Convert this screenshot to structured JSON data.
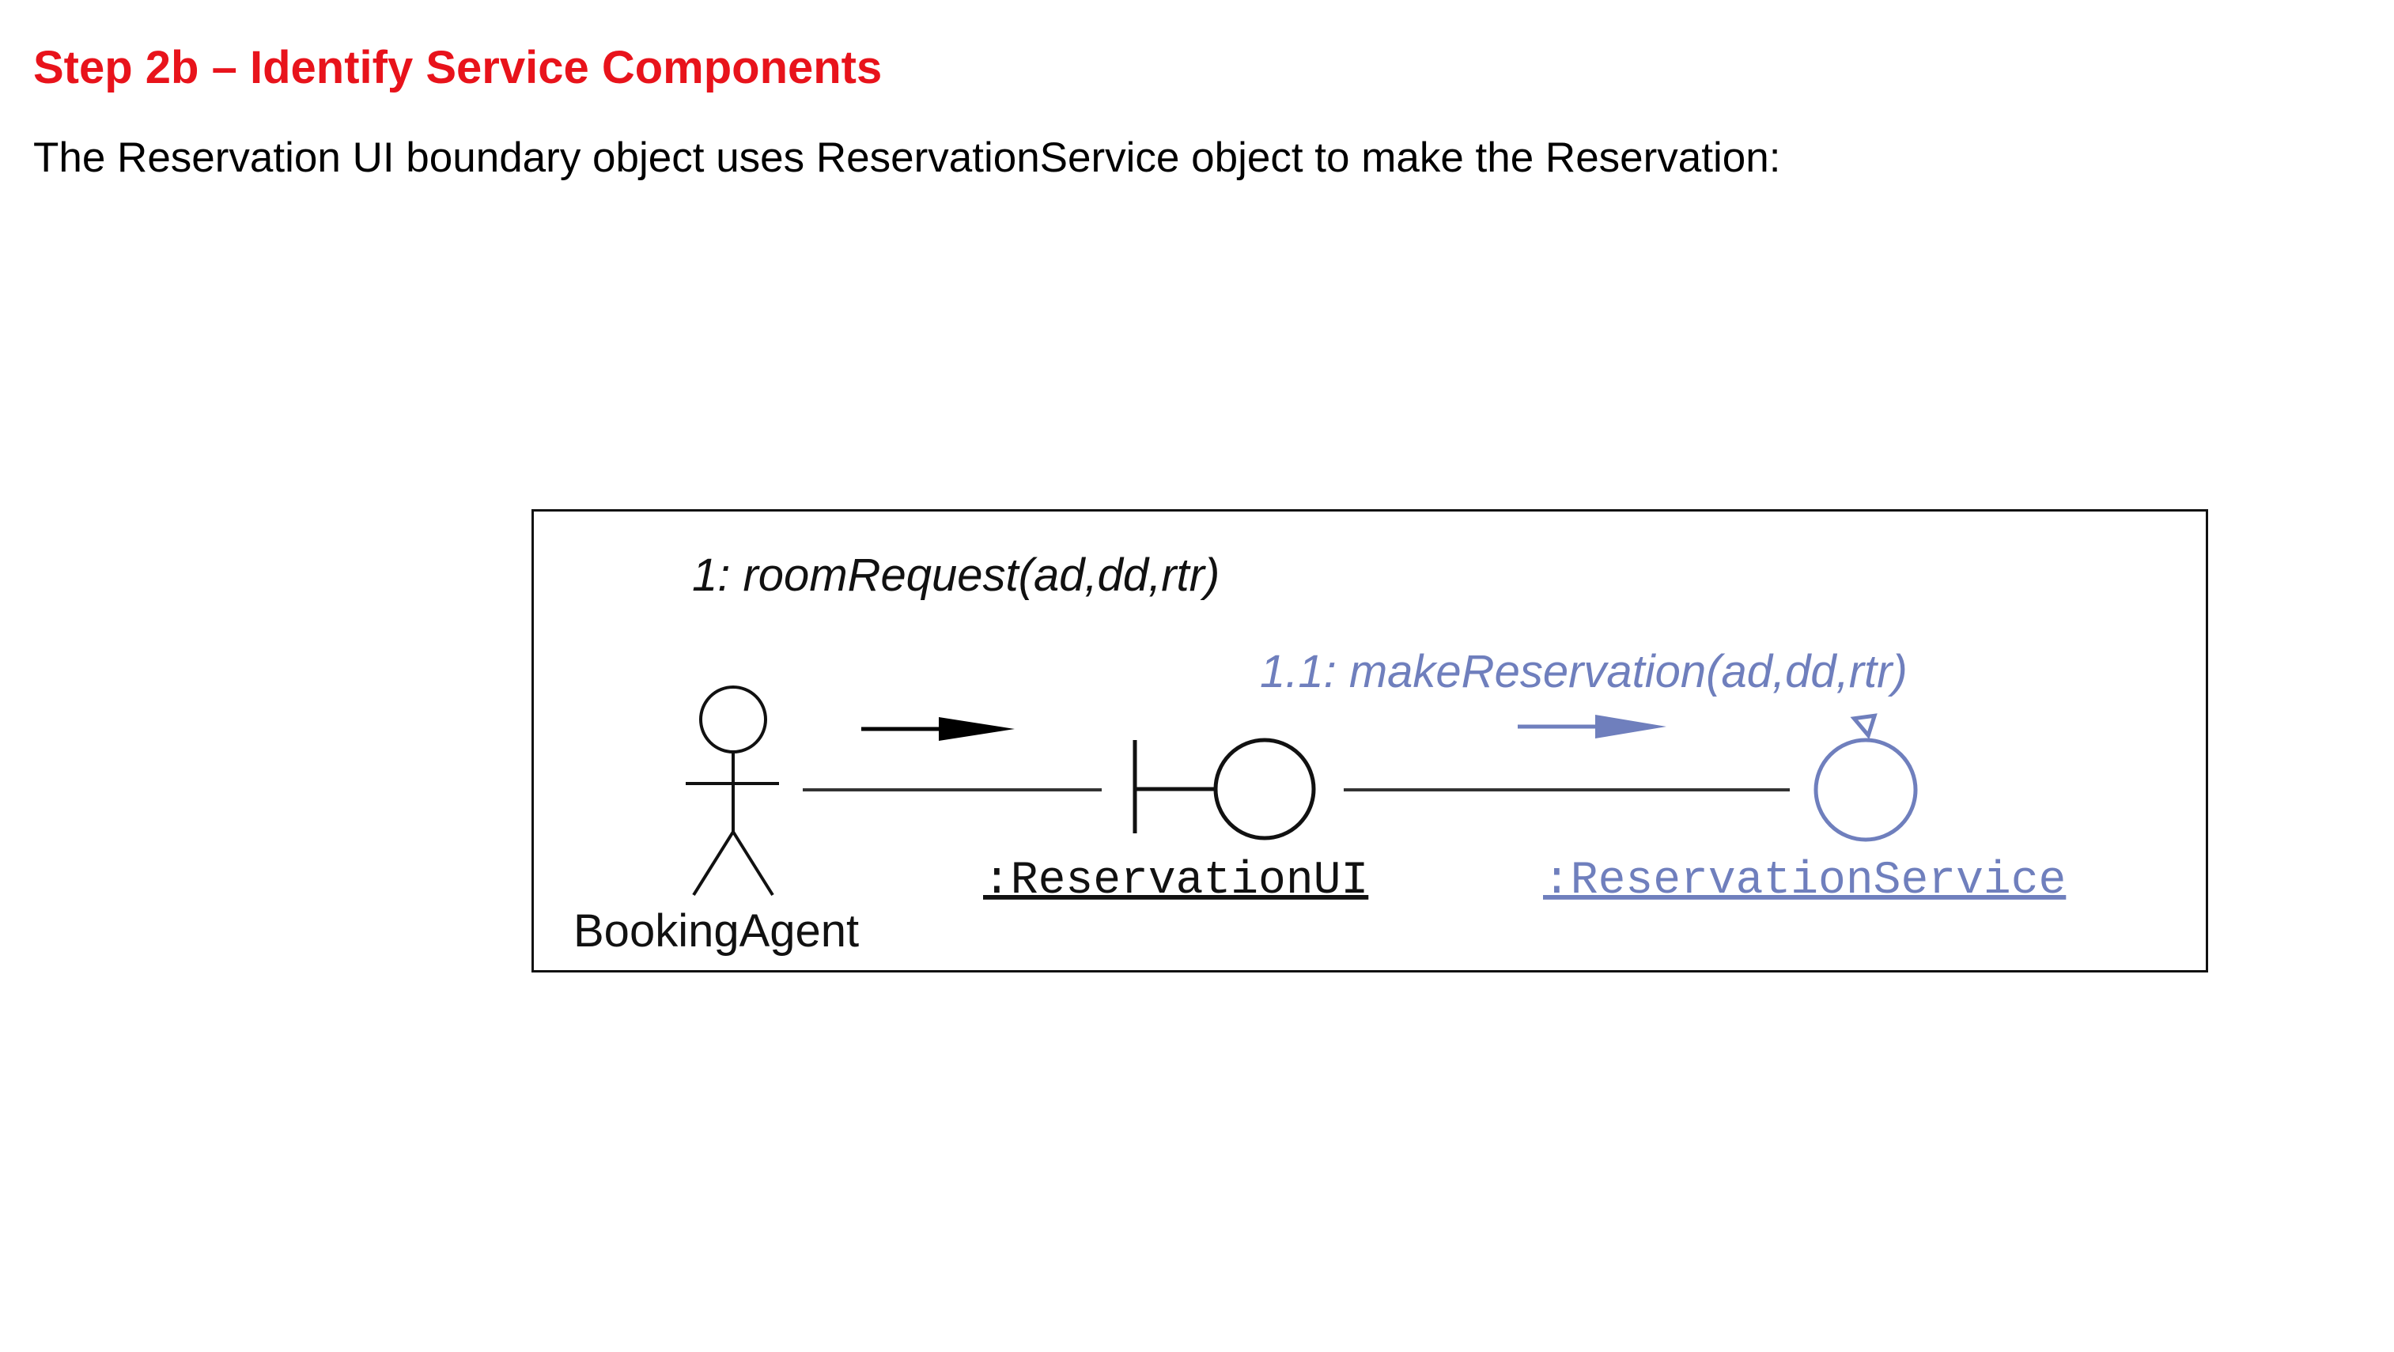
{
  "page": {
    "title": "Step 2b – Identify Service Components",
    "intro": "The Reservation UI boundary object uses ReservationService object to make the Reservation:"
  },
  "colors": {
    "title": "#e8131b",
    "text": "#000000",
    "service": "#6f7fbd"
  },
  "diagram": {
    "message_1": "1: roomRequest(ad,dd,rtr)",
    "message_1_1": "1.1: makeReservation(ad,dd,rtr)",
    "actor_label": "BookingAgent",
    "boundary_label": ":ReservationUI",
    "control_label": ":ReservationService",
    "icons": [
      "actor-icon",
      "boundary-icon",
      "control-icon",
      "arrow-right-icon"
    ]
  }
}
